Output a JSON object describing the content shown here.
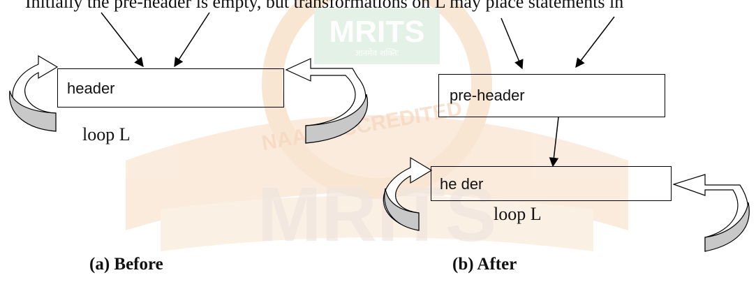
{
  "top_text": "Initially the pre-header is empty, but transformations on L may place statements in",
  "watermark": {
    "text": "MRITS",
    "ring_text": "NAAC ACCREDITED",
    "hindi_text": "ज्ञानमेव शक्तिः"
  },
  "before": {
    "box_label": "header",
    "loop_label": "loop L",
    "caption": "(a)  Before"
  },
  "after": {
    "preheader_label": "pre-header",
    "header_label": "he der",
    "loop_label": "loop L",
    "caption": "(b) After"
  },
  "colors": {
    "watermark_orange": "#f6dcc2",
    "watermark_green": "#cfe6d2",
    "arrow_fill_gray": "#c8c8c8"
  }
}
